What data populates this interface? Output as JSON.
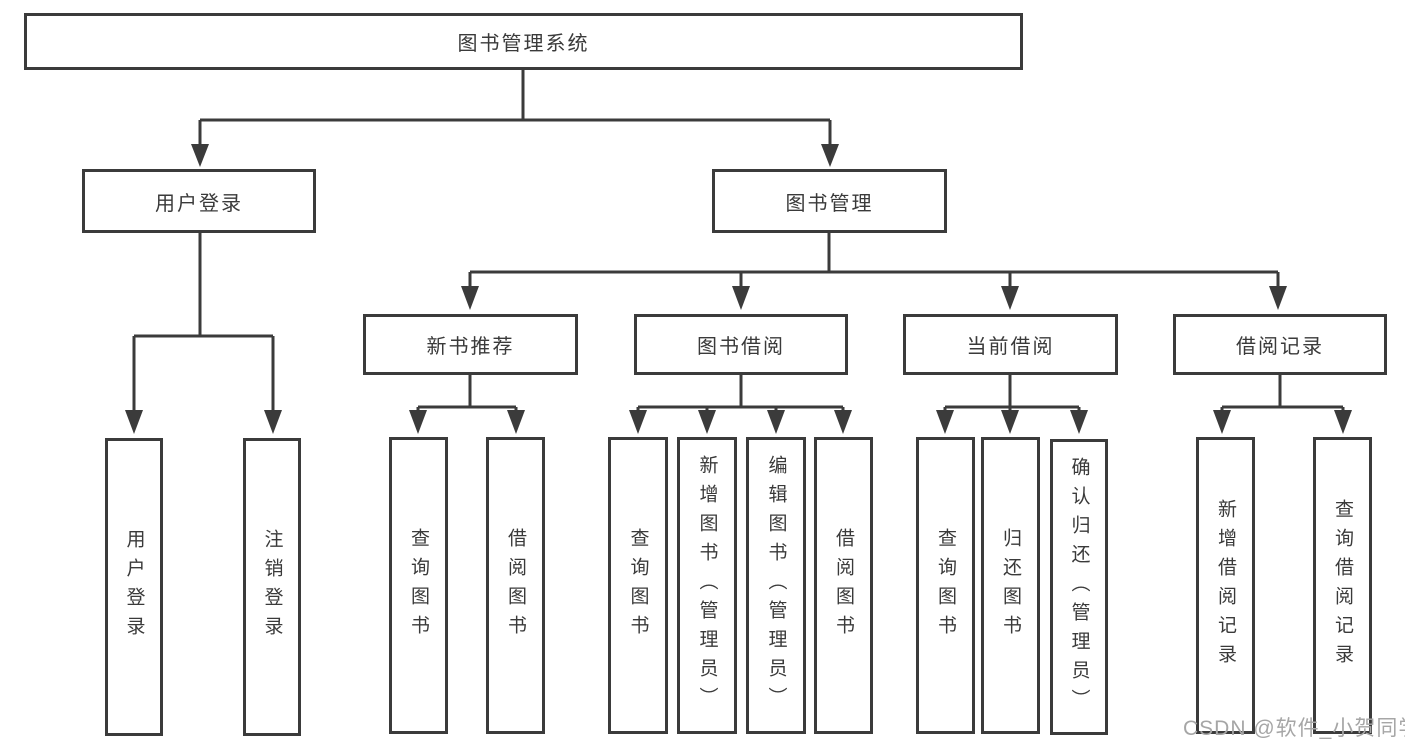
{
  "colors": {
    "line": "#3b3b3b",
    "box_border": "#3b3b3b",
    "text": "#3a3a3a",
    "background": "#ffffff",
    "watermark": "#a6a6a6"
  },
  "watermark": {
    "text": "CSDN @软件_小贺同学"
  },
  "tree": {
    "root": {
      "label": "图书管理系统",
      "children": [
        {
          "label": "用户登录",
          "children": [
            {
              "label": "用户登录"
            },
            {
              "label": "注销登录"
            }
          ]
        },
        {
          "label": "图书管理",
          "children": [
            {
              "label": "新书推荐",
              "children": [
                {
                  "label": "查询图书"
                },
                {
                  "label": "借阅图书"
                }
              ]
            },
            {
              "label": "图书借阅",
              "children": [
                {
                  "label": "查询图书"
                },
                {
                  "label": "新增图书（管理员）"
                },
                {
                  "label": "编辑图书（管理员）"
                },
                {
                  "label": "借阅图书"
                }
              ]
            },
            {
              "label": "当前借阅",
              "children": [
                {
                  "label": "查询图书"
                },
                {
                  "label": "归还图书"
                },
                {
                  "label": "确认归还（管理员）"
                }
              ]
            },
            {
              "label": "借阅记录",
              "children": [
                {
                  "label": "新增借阅记录"
                },
                {
                  "label": "查询借阅记录"
                }
              ]
            }
          ]
        }
      ]
    }
  }
}
